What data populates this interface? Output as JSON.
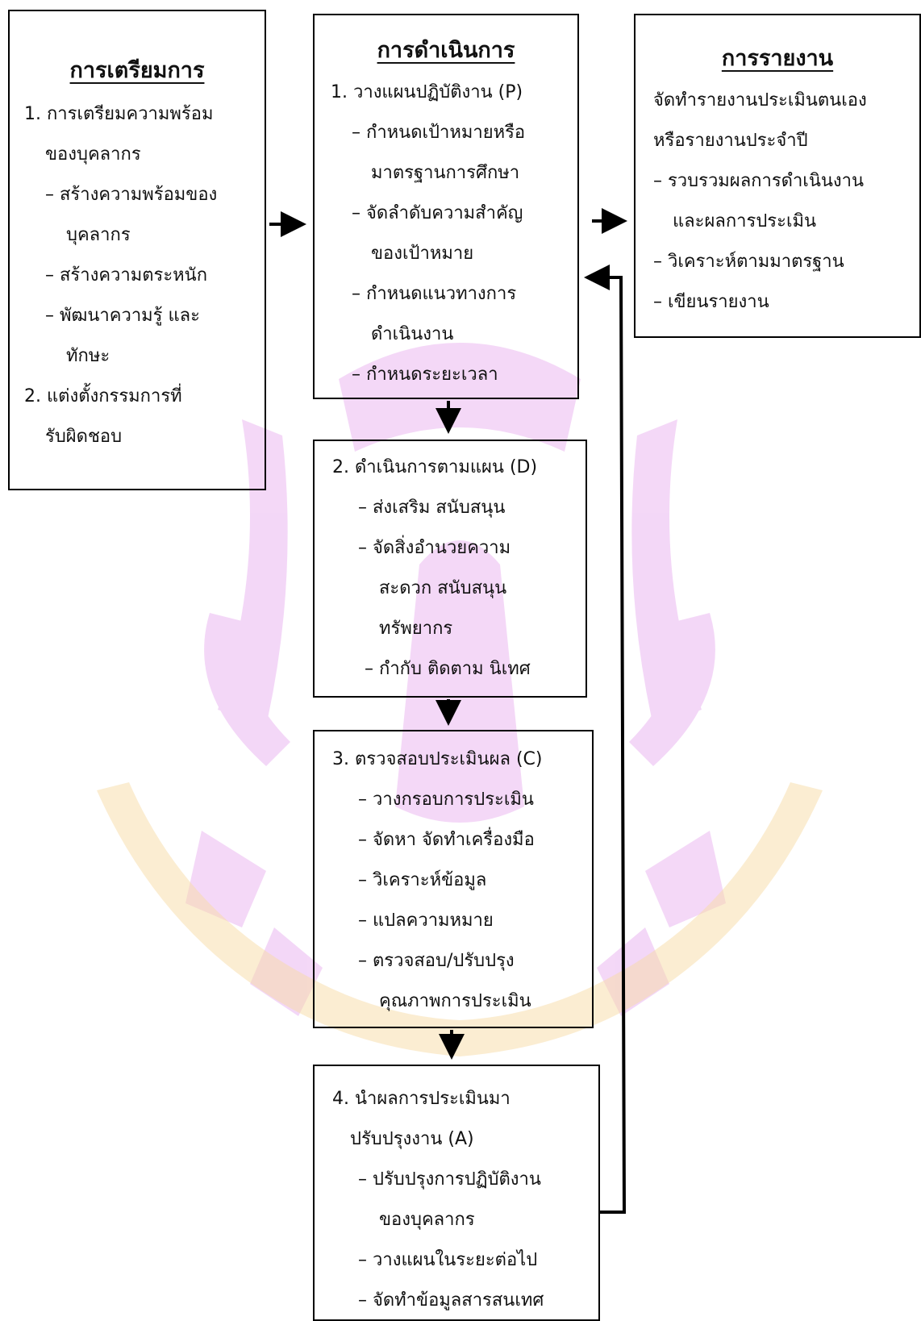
{
  "colors": {
    "watermark_purple": "#e6a8ee",
    "watermark_yellow": "#f7dca5",
    "line": "#000000"
  },
  "prep": {
    "title": "การเตรียมการ",
    "lines": [
      "1. การเตรียมความพร้อม",
      "ของบุคลากร",
      "– สร้างความพร้อมของ",
      "บุคลากร",
      "– สร้างความตระหนัก",
      "– พัฒนาความรู้ และ",
      "ทักษะ",
      "2. แต่งตั้งกรรมการที่",
      "รับผิดชอบ"
    ]
  },
  "operation": {
    "title": "การดำเนินการ",
    "plan": [
      "1. วางแผนปฏิบัติงาน (P)",
      "– กำหนดเป้าหมายหรือ",
      "มาตรฐานการศึกษา",
      "– จัดลำดับความสำคัญ",
      "ของเป้าหมาย",
      "– กำหนดแนวทางการ",
      "ดำเนินงาน",
      "– กำหนดระยะเวลา"
    ],
    "do": [
      "2. ดำเนินการตามแผน (D)",
      "– ส่งเสริม สนับสนุน",
      "– จัดสิ่งอำนวยความ",
      "สะดวก สนับสนุน",
      "ทรัพยากร",
      "– กำกับ ติดตาม นิเทศ"
    ],
    "check": [
      "3. ตรวจสอบประเมินผล (C)",
      "– วางกรอบการประเมิน",
      "– จัดหา จัดทำเครื่องมือ",
      "– วิเคราะห์ข้อมูล",
      "– แปลความหมาย",
      "– ตรวจสอบ/ปรับปรุง",
      "คุณภาพการประเมิน"
    ],
    "act": [
      "4. นำผลการประเมินมา",
      "ปรับปรุงงาน (A)",
      "– ปรับปรุงการปฏิบัติงาน",
      "ของบุคลากร",
      "– วางแผนในระยะต่อไป",
      "– จัดทำข้อมูลสารสนเทศ"
    ]
  },
  "report": {
    "title": "การรายงาน",
    "lines": [
      "จัดทำรายงานประเมินตนเอง",
      "หรือรายงานประจำปี",
      "– รวบรวมผลการดำเนินงาน",
      "และผลการประเมิน",
      "– วิเคราะห์ตามมาตรฐาน",
      "– เขียนรายงาน"
    ]
  }
}
